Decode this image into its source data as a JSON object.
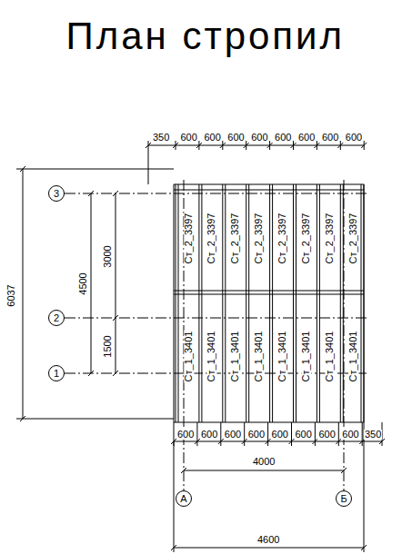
{
  "diagram": {
    "title": "План стропил",
    "nodes": [
      {
        "text": [
          "3"
        ]
      },
      {
        "text": [
          "2"
        ]
      },
      {
        "text": [
          "1"
        ]
      },
      {
        "text": [
          "А"
        ]
      },
      {
        "text": [
          "Б"
        ]
      }
    ],
    "labels": [
      "350",
      "600",
      "600",
      "600",
      "600",
      "600",
      "600",
      "600",
      "600",
      "Ст_2_3397",
      "Ст_2_3397",
      "Ст_2_3397",
      "Ст_2_3397",
      "Ст_2_3397",
      "Ст_2_3397",
      "Ст_2_3397",
      "Ст_2_3397",
      "Ст_1_3401",
      "Ст_1_3401",
      "Ст_1_3401",
      "Ст_1_3401",
      "Ст_1_3401",
      "Ст_1_3401",
      "Ст_1_3401",
      "Ст_1_3401",
      "6037",
      "4500",
      "3000",
      "1500",
      "600",
      "600",
      "600",
      "600",
      "600",
      "600",
      "600",
      "600",
      "350",
      "4000",
      "4600"
    ]
  }
}
